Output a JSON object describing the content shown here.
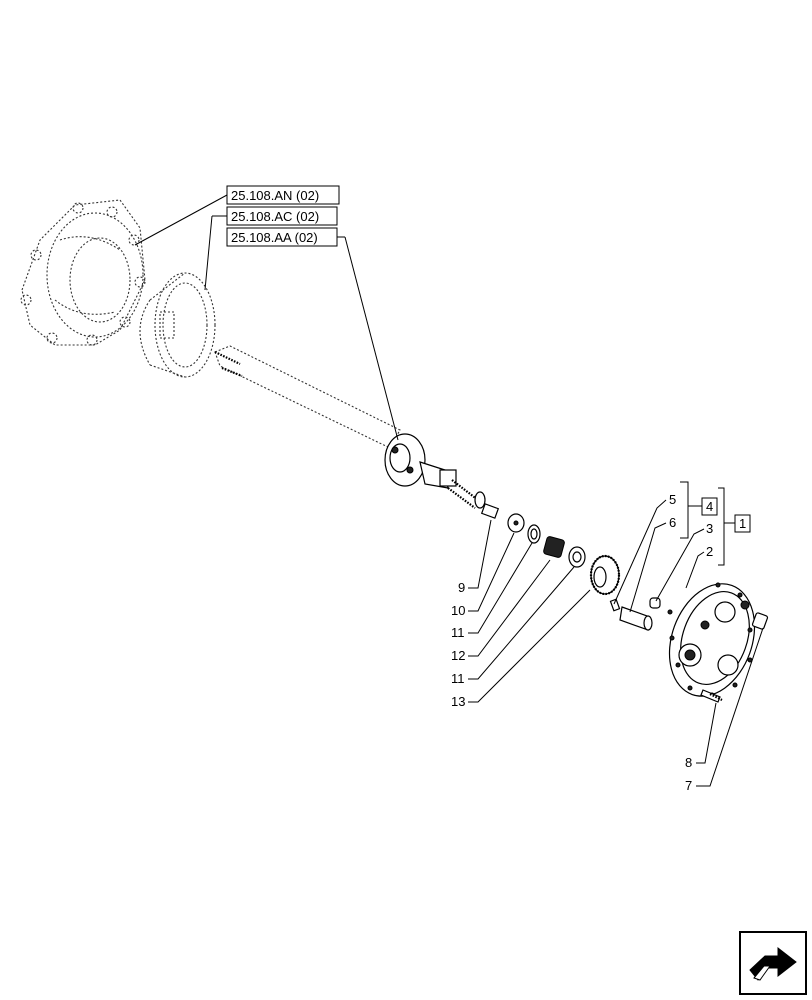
{
  "reference_boxes": [
    {
      "id": "ref-25-108-an",
      "label": "25.108.AN (02)"
    },
    {
      "id": "ref-25-108-ac",
      "label": "25.108.AC (02)"
    },
    {
      "id": "ref-25-108-aa",
      "label": "25.108.AA (02)"
    }
  ],
  "callouts": {
    "c1": "1",
    "c2": "2",
    "c3": "3",
    "c4": "4",
    "c5": "5",
    "c6": "6",
    "c7": "7",
    "c8": "8",
    "c9": "9",
    "c10": "10",
    "c11a": "11",
    "c12": "12",
    "c11b": "11",
    "c13": "13"
  },
  "nav_icon": {
    "name": "next-page-arrow-icon"
  }
}
